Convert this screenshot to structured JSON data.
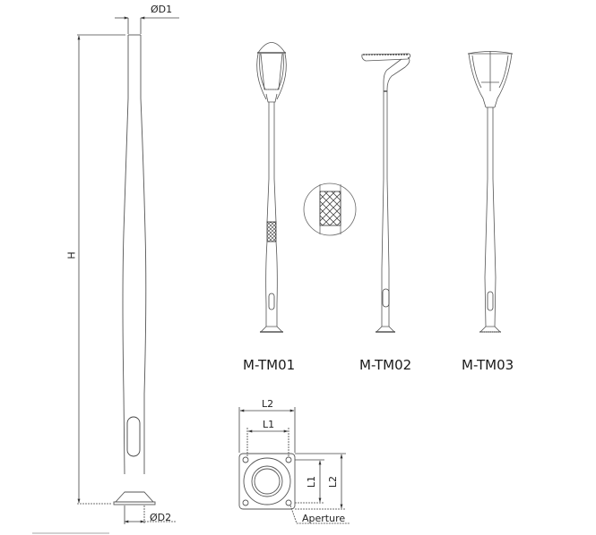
{
  "drawing": {
    "type": "technical-drawing",
    "subject": "Street lamp post dimensional drawing"
  },
  "main_pole": {
    "dim_top_diameter": "ØD1",
    "dim_bottom_diameter": "ØD2",
    "dim_height": "H"
  },
  "models": [
    {
      "id": "M-TM01",
      "label": "M-TM01"
    },
    {
      "id": "M-TM02",
      "label": "M-TM02"
    },
    {
      "id": "M-TM03",
      "label": "M-TM03"
    }
  ],
  "base_plate": {
    "dim_outer_width": "L2",
    "dim_inner_width": "L1",
    "dim_outer_height": "L2",
    "dim_inner_height": "L1",
    "callout": "Aperture"
  },
  "colors": {
    "line": "#555555",
    "text": "#222222",
    "background": "#ffffff"
  }
}
